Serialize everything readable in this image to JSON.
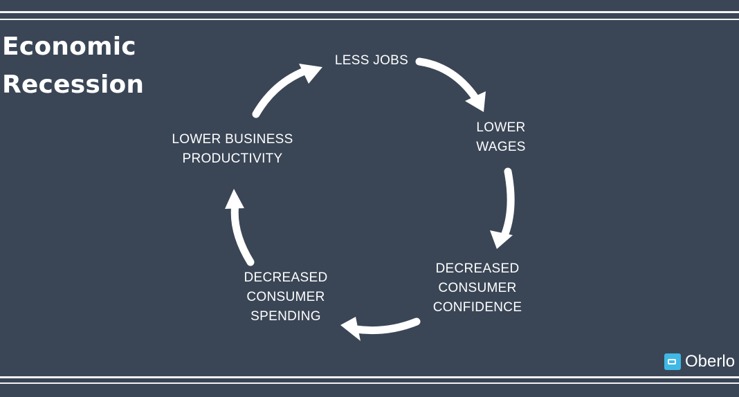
{
  "title": {
    "line1": "Economic",
    "line2": "Recession"
  },
  "nodes": {
    "less_jobs": [
      "LESS JOBS"
    ],
    "lower_wages": [
      "LOWER",
      "WAGES"
    ],
    "decreased_consumer_confidence": [
      "DECREASED",
      "CONSUMER",
      "CONFIDENCE"
    ],
    "decreased_consumer_spending": [
      "DECREASED",
      "CONSUMER",
      "SPENDING"
    ],
    "lower_business_productivity": [
      "LOWER BUSINESS",
      "PRODUCTIVITY"
    ]
  },
  "logo": {
    "text": "Oberlo",
    "icon": "oberlo-logo-icon"
  },
  "colors": {
    "background": "#3a4656",
    "text": "#ffffff",
    "arrow": "#ffffff",
    "border_lines": "#f2f4f6",
    "logo_accent": "#3fb8e6"
  }
}
